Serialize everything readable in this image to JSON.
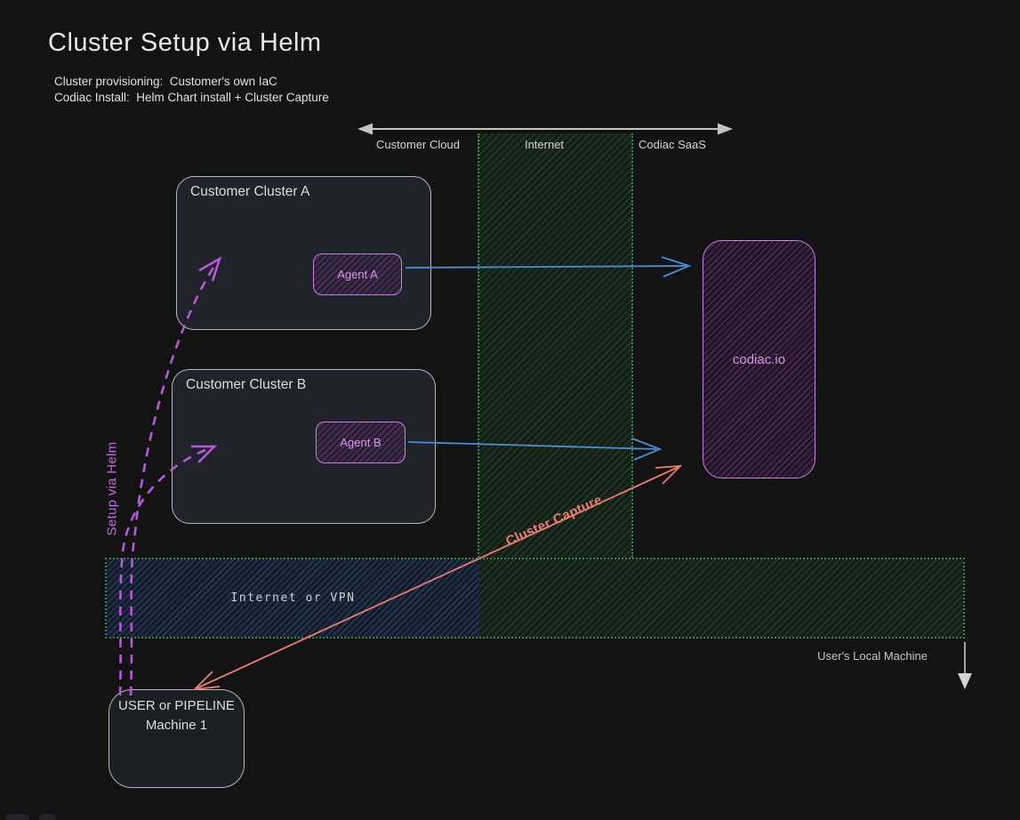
{
  "header": {
    "title": "Cluster Setup via Helm",
    "subtitle_line1": "Cluster provisioning:  Customer's own IaC",
    "subtitle_line2": "Codiac Install:  Helm Chart install + Cluster Capture"
  },
  "scale_bar": {
    "labels": [
      "Customer Cloud",
      "Internet",
      "Codiac SaaS"
    ]
  },
  "nodes": {
    "cluster_a": {
      "label": "Customer Cluster A",
      "agent_label": "Agent A"
    },
    "cluster_b": {
      "label": "Customer Cluster B",
      "agent_label": "Agent B"
    },
    "codiac": {
      "label": "codiac.io"
    },
    "user_machine": {
      "label_line1": "USER or PIPELINE",
      "label_line2": "Machine 1"
    }
  },
  "edge_labels": {
    "setup_via_helm": "Setup via Helm",
    "cluster_capture": "Cluster Capture"
  },
  "zones": {
    "internet_or_vpn_label": "Internet or VPN",
    "users_local_machine_label": "User's Local Machine"
  },
  "colors": {
    "magenta_accent": "#c169e2",
    "blue_accent": "#4a8fd0",
    "red_accent": "#ed7d70",
    "green_dotted_border": "#2e8a48",
    "neutral_arrow": "#c4c4c4"
  }
}
